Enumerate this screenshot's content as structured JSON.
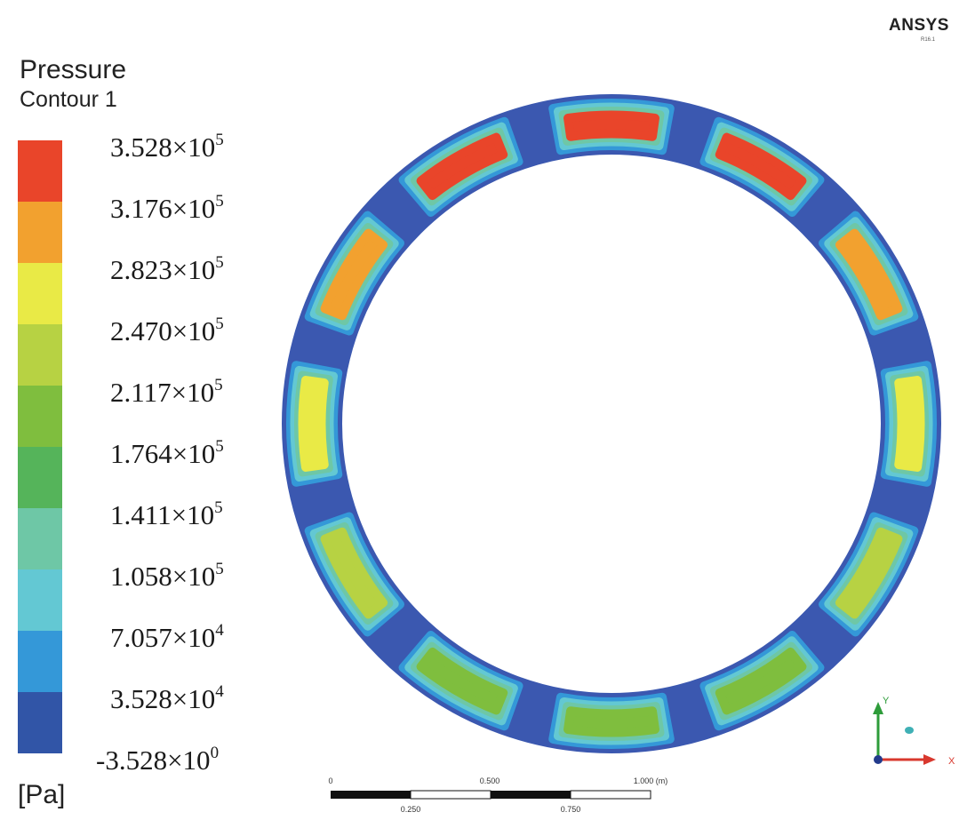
{
  "brand": {
    "name": "ANSYS",
    "version": "R16.1"
  },
  "legend": {
    "title": "Pressure",
    "subtitle": "Contour 1",
    "units": "[Pa]",
    "levels": [
      {
        "mantissa": "3.528",
        "exp": "5"
      },
      {
        "mantissa": "3.176",
        "exp": "5"
      },
      {
        "mantissa": "2.823",
        "exp": "5"
      },
      {
        "mantissa": "2.470",
        "exp": "5"
      },
      {
        "mantissa": "2.117",
        "exp": "5"
      },
      {
        "mantissa": "1.764",
        "exp": "5"
      },
      {
        "mantissa": "1.411",
        "exp": "5"
      },
      {
        "mantissa": "1.058",
        "exp": "5"
      },
      {
        "mantissa": "7.057",
        "exp": "4"
      },
      {
        "mantissa": "3.528",
        "exp": "4"
      },
      {
        "mantissa": "-3.528",
        "exp": "0"
      }
    ],
    "band_colors": [
      "#e9452a",
      "#f2a12f",
      "#e9ea46",
      "#b7d243",
      "#7fbe3e",
      "#55b45a",
      "#6ec7a6",
      "#63c8d3",
      "#3498d8",
      "#3155a7"
    ]
  },
  "contour": {
    "background_color": "#3b58b0",
    "pads": [
      {
        "angle_deg": 0,
        "level": 2
      },
      {
        "angle_deg": 30,
        "level": 1
      },
      {
        "angle_deg": 60,
        "level": 0
      },
      {
        "angle_deg": 90,
        "level": 0
      },
      {
        "angle_deg": 120,
        "level": 0
      },
      {
        "angle_deg": 150,
        "level": 1
      },
      {
        "angle_deg": 180,
        "level": 2
      },
      {
        "angle_deg": 210,
        "level": 3
      },
      {
        "angle_deg": 240,
        "level": 4
      },
      {
        "angle_deg": 270,
        "level": 4
      },
      {
        "angle_deg": 300,
        "level": 4
      },
      {
        "angle_deg": 330,
        "level": 3
      }
    ]
  },
  "scale_bar": {
    "top_ticks": [
      "0",
      "0.500",
      "1.000 (m)"
    ],
    "bottom_ticks": [
      "0.250",
      "0.750"
    ]
  },
  "axis_triad": {
    "y_label": "Y",
    "x_label": "X"
  }
}
